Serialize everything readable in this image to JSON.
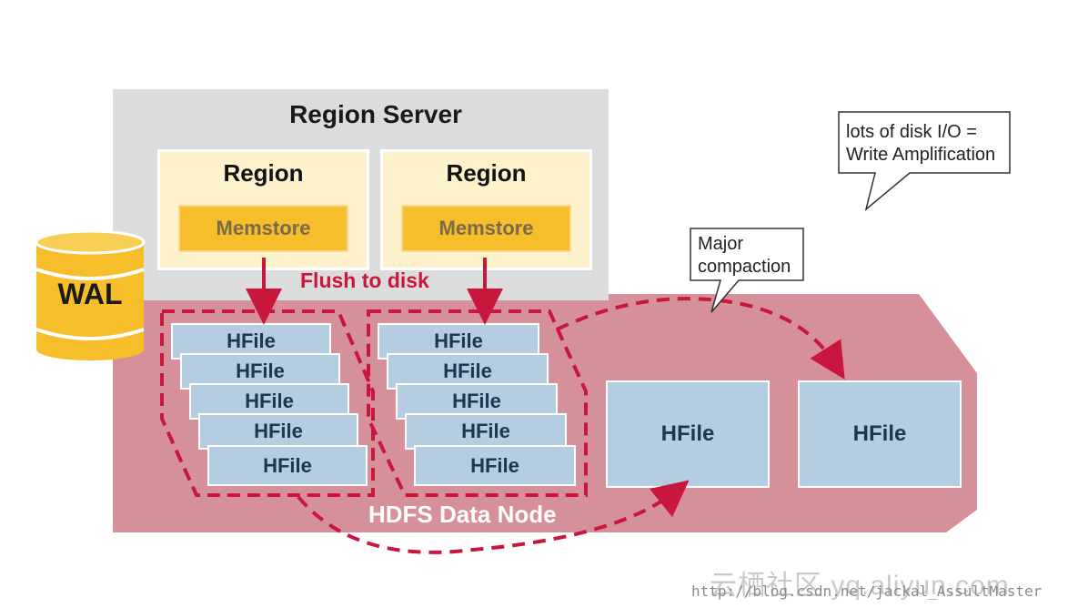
{
  "region_server": {
    "title": "Region Server"
  },
  "regions": [
    {
      "title": "Region",
      "memstore": "Memstore"
    },
    {
      "title": "Region",
      "memstore": "Memstore"
    }
  ],
  "wal_label": "WAL",
  "flush_label": "Flush to disk",
  "hdfs_label": "HDFS Data Node",
  "hfile_stack_left": [
    "HFile",
    "HFile",
    "HFile",
    "HFile",
    "HFile"
  ],
  "hfile_stack_right": [
    "HFile",
    "HFile",
    "HFile",
    "HFile",
    "HFile"
  ],
  "compacted_hfiles": [
    "HFile",
    "HFile"
  ],
  "callout_major": {
    "line1": "Major",
    "line2": "compaction"
  },
  "callout_io": {
    "line1": "lots of disk I/O =",
    "line2": "Write Amplification"
  },
  "watermark": {
    "line1": "云栖社区 yq.aliyun.com",
    "line2": "http://blog.csdn.net/jackal_AssultMaster"
  },
  "colors": {
    "hdfs_band": "#d6909a",
    "dashed_red": "#c8163c",
    "memstore": "#f5be2a",
    "hfile": "#b4cde0",
    "wal": "#f5be2a"
  }
}
